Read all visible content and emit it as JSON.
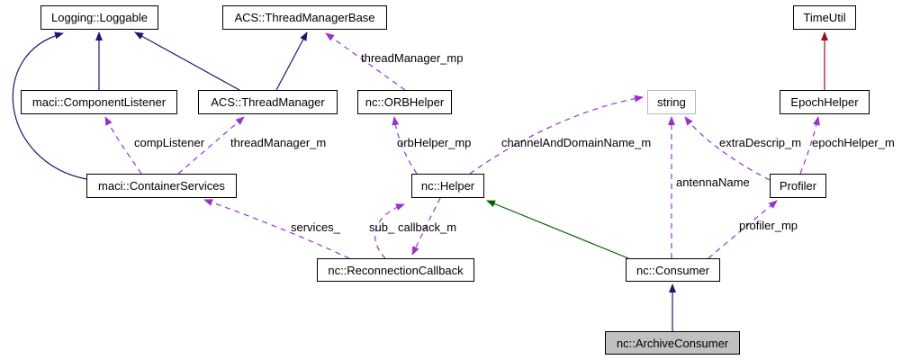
{
  "diagram": {
    "kind": "class-collaboration-graph",
    "background": "#ffffff",
    "node_colors": {
      "border": "#000000",
      "fill": "#ffffff",
      "muted_border": "#b9b9b9",
      "highlight_fill": "#c0c0c0",
      "text": "#000000"
    },
    "edge_styles": {
      "public_inheritance": {
        "color": "#191970",
        "dashed": false
      },
      "protected_inheritance": {
        "color": "#006400",
        "dashed": false
      },
      "private_inheritance": {
        "color": "#8b1a1a",
        "dashed": false
      },
      "usage": {
        "color": "#9a32cd",
        "dashed": true
      }
    },
    "nodes": [
      {
        "id": "logging-loggable",
        "label": "Logging::Loggable",
        "variant": "default"
      },
      {
        "id": "acs-threadmanagerbase",
        "label": "ACS::ThreadManagerBase",
        "variant": "default"
      },
      {
        "id": "timeutil",
        "label": "TimeUtil",
        "variant": "default"
      },
      {
        "id": "maci-componentlistener",
        "label": "maci::ComponentListener",
        "variant": "default"
      },
      {
        "id": "acs-threadmanager",
        "label": "ACS::ThreadManager",
        "variant": "default"
      },
      {
        "id": "nc-orbhelper",
        "label": "nc::ORBHelper",
        "variant": "default"
      },
      {
        "id": "string",
        "label": "string",
        "variant": "muted"
      },
      {
        "id": "epochhelper",
        "label": "EpochHelper",
        "variant": "default"
      },
      {
        "id": "maci-containerservices",
        "label": "maci::ContainerServices",
        "variant": "default"
      },
      {
        "id": "nc-helper",
        "label": "nc::Helper",
        "variant": "default"
      },
      {
        "id": "profiler",
        "label": "Profiler",
        "variant": "default"
      },
      {
        "id": "nc-reconnectioncallback",
        "label": "nc::ReconnectionCallback",
        "variant": "default"
      },
      {
        "id": "nc-consumer",
        "label": "nc::Consumer",
        "variant": "default"
      },
      {
        "id": "nc-archiveconsumer",
        "label": "nc::ArchiveConsumer",
        "variant": "highlight"
      }
    ],
    "edges": [
      {
        "id": "componentlistener-to-loggable",
        "from": "maci-componentlistener",
        "to": "logging-loggable",
        "type": "public_inheritance",
        "label": ""
      },
      {
        "id": "threadmanager-to-loggable",
        "from": "acs-threadmanager",
        "to": "logging-loggable",
        "type": "public_inheritance",
        "label": ""
      },
      {
        "id": "containerservices-to-loggable",
        "from": "maci-containerservices",
        "to": "logging-loggable",
        "type": "public_inheritance",
        "label": ""
      },
      {
        "id": "threadmanager-to-base",
        "from": "acs-threadmanager",
        "to": "acs-threadmanagerbase",
        "type": "public_inheritance",
        "label": ""
      },
      {
        "id": "epochhelper-to-timeutil",
        "from": "epochhelper",
        "to": "timeutil",
        "type": "private_inheritance",
        "label": ""
      },
      {
        "id": "consumer-to-helper",
        "from": "nc-consumer",
        "to": "nc-helper",
        "type": "protected_inheritance",
        "label": ""
      },
      {
        "id": "archiveconsumer-to-consumer",
        "from": "nc-archiveconsumer",
        "to": "nc-consumer",
        "type": "public_inheritance",
        "label": ""
      },
      {
        "id": "complistener",
        "from": "maci-containerservices",
        "to": "maci-componentlistener",
        "type": "usage",
        "label": "compListener"
      },
      {
        "id": "threadmanager-m",
        "from": "maci-containerservices",
        "to": "acs-threadmanager",
        "type": "usage",
        "label": "threadManager_m"
      },
      {
        "id": "orbhelper-mp",
        "from": "nc-helper",
        "to": "nc-orbhelper",
        "type": "usage",
        "label": "orbHelper_mp"
      },
      {
        "id": "channelanddomainname-m",
        "from": "nc-helper",
        "to": "string",
        "type": "usage",
        "label": "channelAndDomainName_m"
      },
      {
        "id": "antennaname",
        "from": "nc-consumer",
        "to": "string",
        "type": "usage",
        "label": "antennaName"
      },
      {
        "id": "extradescrip-m",
        "from": "profiler",
        "to": "string",
        "type": "usage",
        "label": "extraDescrip_m"
      },
      {
        "id": "epochhelper-m",
        "from": "profiler",
        "to": "epochhelper",
        "type": "usage",
        "label": "epochHelper_m"
      },
      {
        "id": "profiler-mp",
        "from": "nc-consumer",
        "to": "profiler",
        "type": "usage",
        "label": "profiler_mp"
      },
      {
        "id": "services",
        "from": "nc-reconnectioncallback",
        "to": "maci-containerservices",
        "type": "usage",
        "label": "services_"
      },
      {
        "id": "sub",
        "from": "nc-reconnectioncallback",
        "to": "nc-helper",
        "type": "usage",
        "label": "sub_"
      },
      {
        "id": "callback-m",
        "from": "nc-helper",
        "to": "nc-reconnectioncallback",
        "type": "usage",
        "label": "callback_m"
      },
      {
        "id": "threadmanager-mp",
        "from": "nc-orbhelper",
        "to": "acs-threadmanagerbase",
        "type": "usage",
        "label": "threadManager_mp"
      }
    ]
  }
}
